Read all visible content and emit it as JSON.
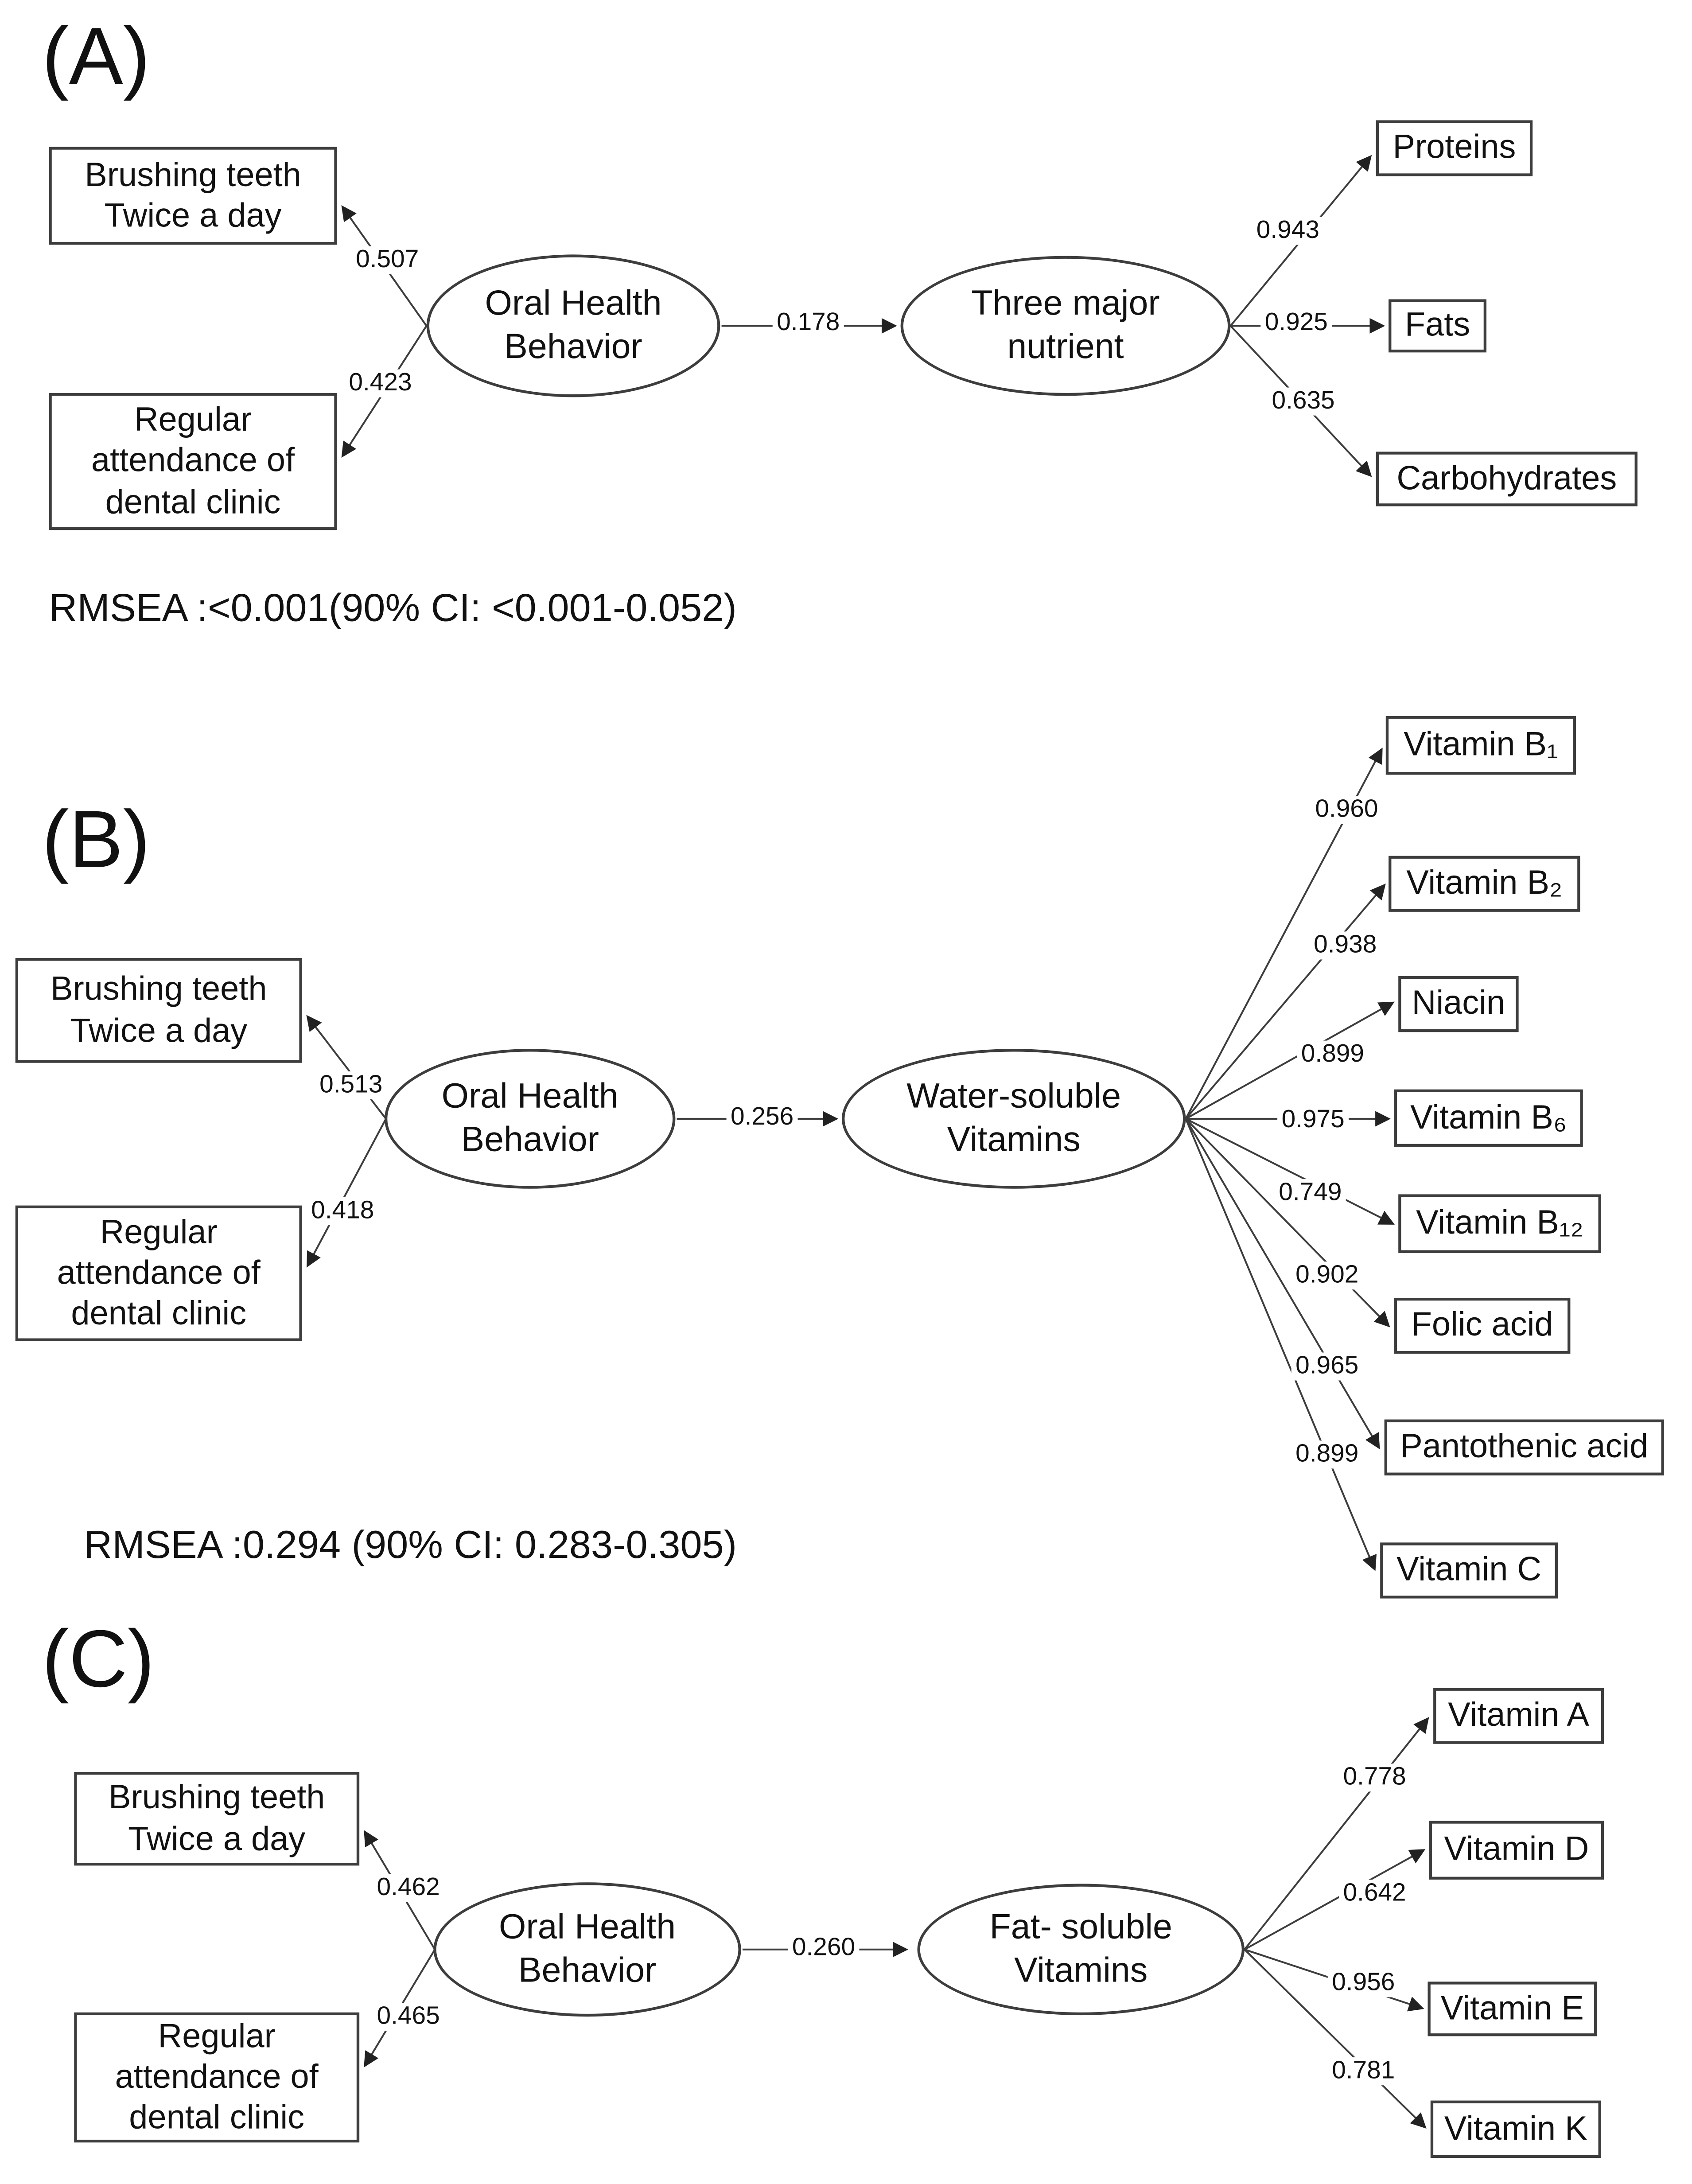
{
  "figure": {
    "panels": [
      {
        "label": "(A)",
        "rmsea": "RMSEA :<0.001(90% CI: <0.001-0.052)",
        "latent_left": [
          "Oral Health",
          "Behavior"
        ],
        "latent_right": [
          "Three major",
          "nutrient"
        ],
        "path_coefficient": "0.178",
        "indicators_left": [
          {
            "lines": [
              "Brushing teeth",
              "Twice a day"
            ],
            "loading": "0.507"
          },
          {
            "lines": [
              "Regular",
              "attendance of",
              "dental clinic"
            ],
            "loading": "0.423"
          }
        ],
        "indicators_right": [
          {
            "label": "Proteins",
            "loading": "0.943"
          },
          {
            "label": "Fats",
            "loading": "0.925"
          },
          {
            "label": "Carbohydrates",
            "loading": "0.635"
          }
        ]
      },
      {
        "label": "(B)",
        "rmsea": "RMSEA :0.294 (90% CI: 0.283-0.305)",
        "latent_left": [
          "Oral Health",
          "Behavior"
        ],
        "latent_right": [
          "Water-soluble",
          "Vitamins"
        ],
        "path_coefficient": "0.256",
        "indicators_left": [
          {
            "lines": [
              "Brushing teeth",
              "Twice a day"
            ],
            "loading": "0.513"
          },
          {
            "lines": [
              "Regular",
              "attendance of",
              "dental clinic"
            ],
            "loading": "0.418"
          }
        ],
        "indicators_right": [
          {
            "label": "Vitamin B₁",
            "loading": "0.960"
          },
          {
            "label": "Vitamin B₂",
            "loading": "0.938"
          },
          {
            "label": "Niacin",
            "loading": "0.899"
          },
          {
            "label": "Vitamin B₆",
            "loading": "0.975"
          },
          {
            "label": "Vitamin B₁₂",
            "loading": "0.749"
          },
          {
            "label": "Folic acid",
            "loading": "0.902"
          },
          {
            "label": "Pantothenic acid",
            "loading": "0.965"
          },
          {
            "label": "Vitamin C",
            "loading": "0.899"
          }
        ]
      },
      {
        "label": "(C)",
        "latent_left": [
          "Oral Health",
          "Behavior"
        ],
        "latent_right": [
          "Fat- soluble",
          "Vitamins"
        ],
        "path_coefficient": "0.260",
        "indicators_left": [
          {
            "lines": [
              "Brushing teeth",
              "Twice a day"
            ],
            "loading": "0.462"
          },
          {
            "lines": [
              "Regular",
              "attendance of",
              "dental clinic"
            ],
            "loading": "0.465"
          }
        ],
        "indicators_right": [
          {
            "label": "Vitamin A",
            "loading": "0.778"
          },
          {
            "label": "Vitamin D",
            "loading": "0.642"
          },
          {
            "label": "Vitamin E",
            "loading": "0.956"
          },
          {
            "label": "Vitamin K",
            "loading": "0.781"
          }
        ]
      }
    ]
  }
}
